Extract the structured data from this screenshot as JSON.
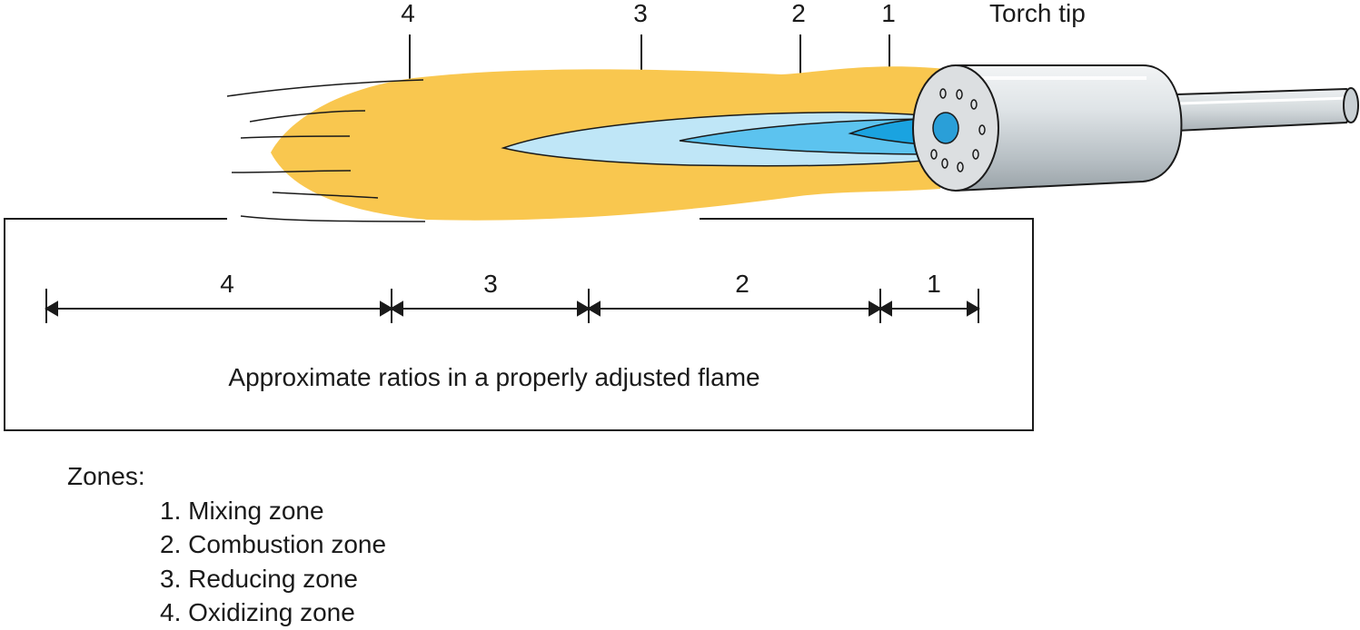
{
  "top_labels": {
    "zone4": "4",
    "zone3": "3",
    "zone2": "2",
    "zone1": "1",
    "torch_tip": "Torch tip"
  },
  "ratio_box": {
    "segments": [
      "4",
      "3",
      "2",
      "1"
    ],
    "caption": "Approximate ratios in a properly adjusted flame"
  },
  "zones": {
    "heading": "Zones:",
    "items": [
      "1. Mixing zone",
      "2. Combustion zone",
      "3. Reducing zone",
      "4. Oxidizing zone"
    ]
  },
  "colors": {
    "outer_flame": "#f9c74f",
    "reducing_zone": "#bfe6f7",
    "combustion_zone": "#5cc3ef",
    "mixing_zone": "#1aa3e0",
    "torch_body": "#c9d0d4",
    "outline": "#1a1a1a"
  }
}
